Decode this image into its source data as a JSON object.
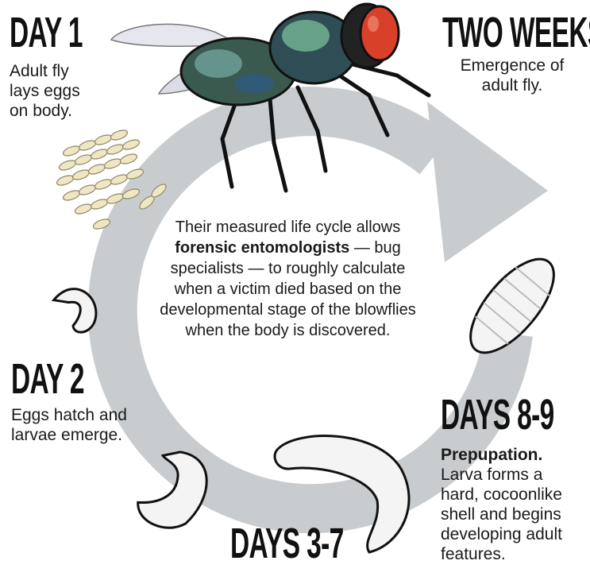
{
  "stages": {
    "day1": {
      "heading": "DAY 1",
      "lines": [
        "Adult fly",
        "lays eggs",
        "on body."
      ]
    },
    "day2": {
      "heading": "DAY 2",
      "lines": [
        "Eggs hatch and",
        "larvae emerge."
      ]
    },
    "days3_7": {
      "heading": "DAYS 3-7"
    },
    "days8_9": {
      "heading": "DAYS 8-9",
      "bold_lead": "Prepupation.",
      "lines": [
        "Larva forms a",
        "hard, cocoonlike",
        "shell and begins",
        "developing adult",
        "features."
      ]
    },
    "two_weeks": {
      "heading": "TWO WEEKS",
      "lines": [
        "Emergence of",
        "adult fly."
      ]
    }
  },
  "center": {
    "part1": "Their measured life cycle allows ",
    "bold": "forensic entomologists",
    "part2": " — bug specialists — to roughly calculate when a victim died based on the developmental stage of the blowflies when the body is discovered."
  },
  "colors": {
    "cycle_arrow": "#c9ccce",
    "larva": "#f4f4f4",
    "egg": "#efe6c2",
    "fly_eye": "#d9402a",
    "fly_body": "#3a5a4f"
  }
}
